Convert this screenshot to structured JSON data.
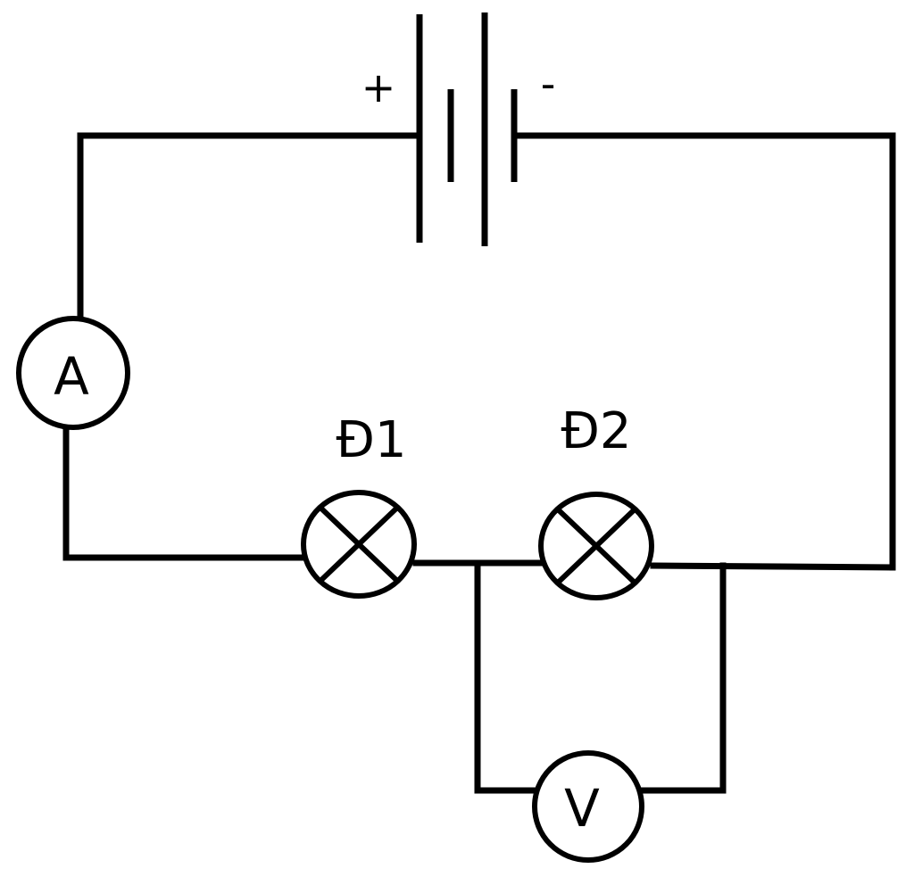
{
  "battery": {
    "positive_label": "+",
    "negative_label": "-"
  },
  "ammeter": {
    "label": "A"
  },
  "voltmeter": {
    "label": "V"
  },
  "lamps": [
    {
      "label": "Đ1"
    },
    {
      "label": "Đ2"
    }
  ]
}
